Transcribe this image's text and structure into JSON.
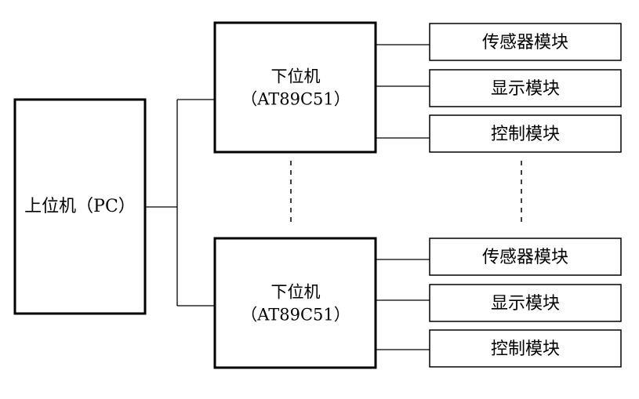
{
  "diagram": {
    "host": {
      "label": "上位机（PC）"
    },
    "slaves": [
      {
        "title": "下位机",
        "subtitle": "（AT89C51）",
        "modules": [
          "传感器模块",
          "显示模块",
          "控制模块"
        ]
      },
      {
        "title": "下位机",
        "subtitle": "（AT89C51）",
        "modules": [
          "传感器模块",
          "显示模块",
          "控制模块"
        ]
      }
    ]
  }
}
